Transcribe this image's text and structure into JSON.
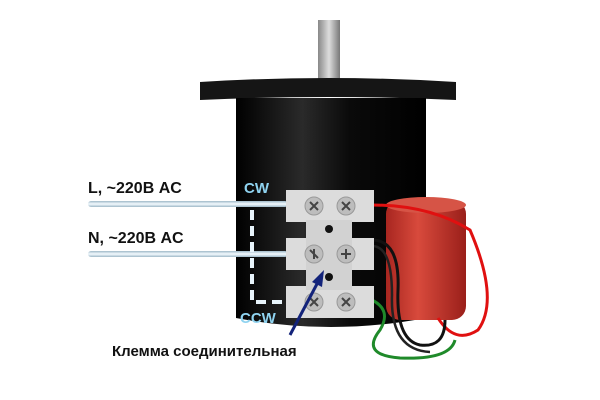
{
  "labels": {
    "line": "L, ~220В AC",
    "neutral": "N, ~220В AC",
    "cw": "CW",
    "ccw": "CCW",
    "caption": "Клемма соединительная"
  },
  "colors": {
    "motor_body": "#0d0d0d",
    "capacitor": "#c8352c",
    "terminal_block": "#dcdcdc",
    "mains_wire": "#cfe3ee",
    "direction_dash": "#e8f4fb",
    "direction_label": "#8fd3f0",
    "arrow": "#13237a",
    "red_wire": "#e01010",
    "green_wire": "#1f8a2a"
  }
}
